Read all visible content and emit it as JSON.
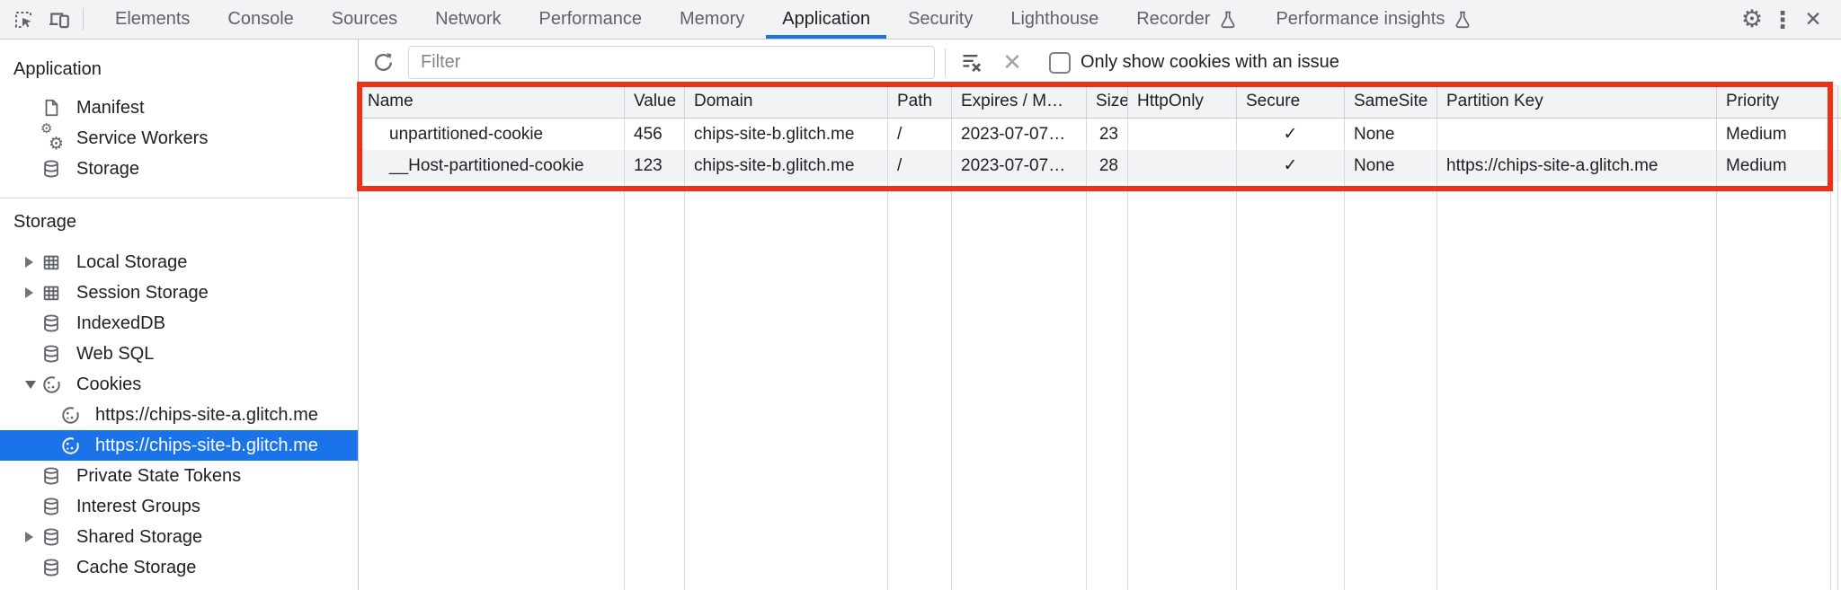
{
  "colors": {
    "accent": "#1a73e8",
    "annotation": "#ee3116",
    "panel_bg": "#f1f3f4"
  },
  "tabbar": {
    "left_icons": [
      {
        "name": "inspect-icon"
      },
      {
        "name": "device-toolbar-icon"
      }
    ],
    "tabs": [
      {
        "label": "Elements"
      },
      {
        "label": "Console"
      },
      {
        "label": "Sources"
      },
      {
        "label": "Network"
      },
      {
        "label": "Performance"
      },
      {
        "label": "Memory"
      },
      {
        "label": "Application",
        "active": true
      },
      {
        "label": "Security"
      },
      {
        "label": "Lighthouse"
      },
      {
        "label": "Recorder",
        "experiment": true
      },
      {
        "label": "Performance insights",
        "experiment": true
      }
    ],
    "right_icons": [
      {
        "name": "settings-gear-icon",
        "glyph": "⚙"
      },
      {
        "name": "kebab-menu-icon",
        "glyph": "⋮"
      },
      {
        "name": "close-icon",
        "glyph": "✕"
      }
    ]
  },
  "sidebar": {
    "sections": [
      {
        "title": "Application",
        "items": [
          {
            "label": "Manifest",
            "icon": "document-icon"
          },
          {
            "label": "Service Workers",
            "icon": "service-workers-icon"
          },
          {
            "label": "Storage",
            "icon": "database-icon"
          }
        ]
      },
      {
        "title": "Storage",
        "items": [
          {
            "label": "Local Storage",
            "icon": "table-icon",
            "expander": "collapsed"
          },
          {
            "label": "Session Storage",
            "icon": "table-icon",
            "expander": "collapsed"
          },
          {
            "label": "IndexedDB",
            "icon": "database-icon"
          },
          {
            "label": "Web SQL",
            "icon": "database-icon"
          },
          {
            "label": "Cookies",
            "icon": "cookie-icon",
            "expander": "expanded"
          },
          {
            "label": "https://chips-site-a.glitch.me",
            "icon": "cookie-icon",
            "child": true
          },
          {
            "label": "https://chips-site-b.glitch.me",
            "icon": "cookie-icon",
            "child": true,
            "selected": true
          },
          {
            "label": "Private State Tokens",
            "icon": "database-icon"
          },
          {
            "label": "Interest Groups",
            "icon": "database-icon"
          },
          {
            "label": "Shared Storage",
            "icon": "database-icon",
            "expander": "collapsed"
          },
          {
            "label": "Cache Storage",
            "icon": "database-icon"
          }
        ]
      }
    ]
  },
  "toolbar": {
    "refresh_icon": "refresh-icon",
    "filter_placeholder": "Filter",
    "filter_value": "",
    "clear_all_icon": "clear-all-icon",
    "delete_icon": "delete-selected-icon",
    "checkbox_checked": false,
    "checkbox_label": "Only show cookies with an issue"
  },
  "cookie_table": {
    "columns": [
      {
        "label": "Name"
      },
      {
        "label": "Value"
      },
      {
        "label": "Domain"
      },
      {
        "label": "Path"
      },
      {
        "label": "Expires / M…"
      },
      {
        "label": "Size"
      },
      {
        "label": "HttpOnly"
      },
      {
        "label": "Secure"
      },
      {
        "label": "SameSite"
      },
      {
        "label": "Partition Key"
      },
      {
        "label": "Priority"
      }
    ],
    "rows": [
      {
        "cells": [
          "unpartitioned-cookie",
          "456",
          "chips-site-b.glitch.me",
          "/",
          "2023-07-07…",
          "23",
          "",
          "✓",
          "None",
          "",
          "Medium"
        ]
      },
      {
        "cells": [
          "__Host-partitioned-cookie",
          "123",
          "chips-site-b.glitch.me",
          "/",
          "2023-07-07…",
          "28",
          "",
          "✓",
          "None",
          "https://chips-site-a.glitch.me",
          "Medium"
        ]
      }
    ]
  },
  "annotation": {
    "type": "red-rectangle",
    "around": "cookie table header and rows"
  }
}
